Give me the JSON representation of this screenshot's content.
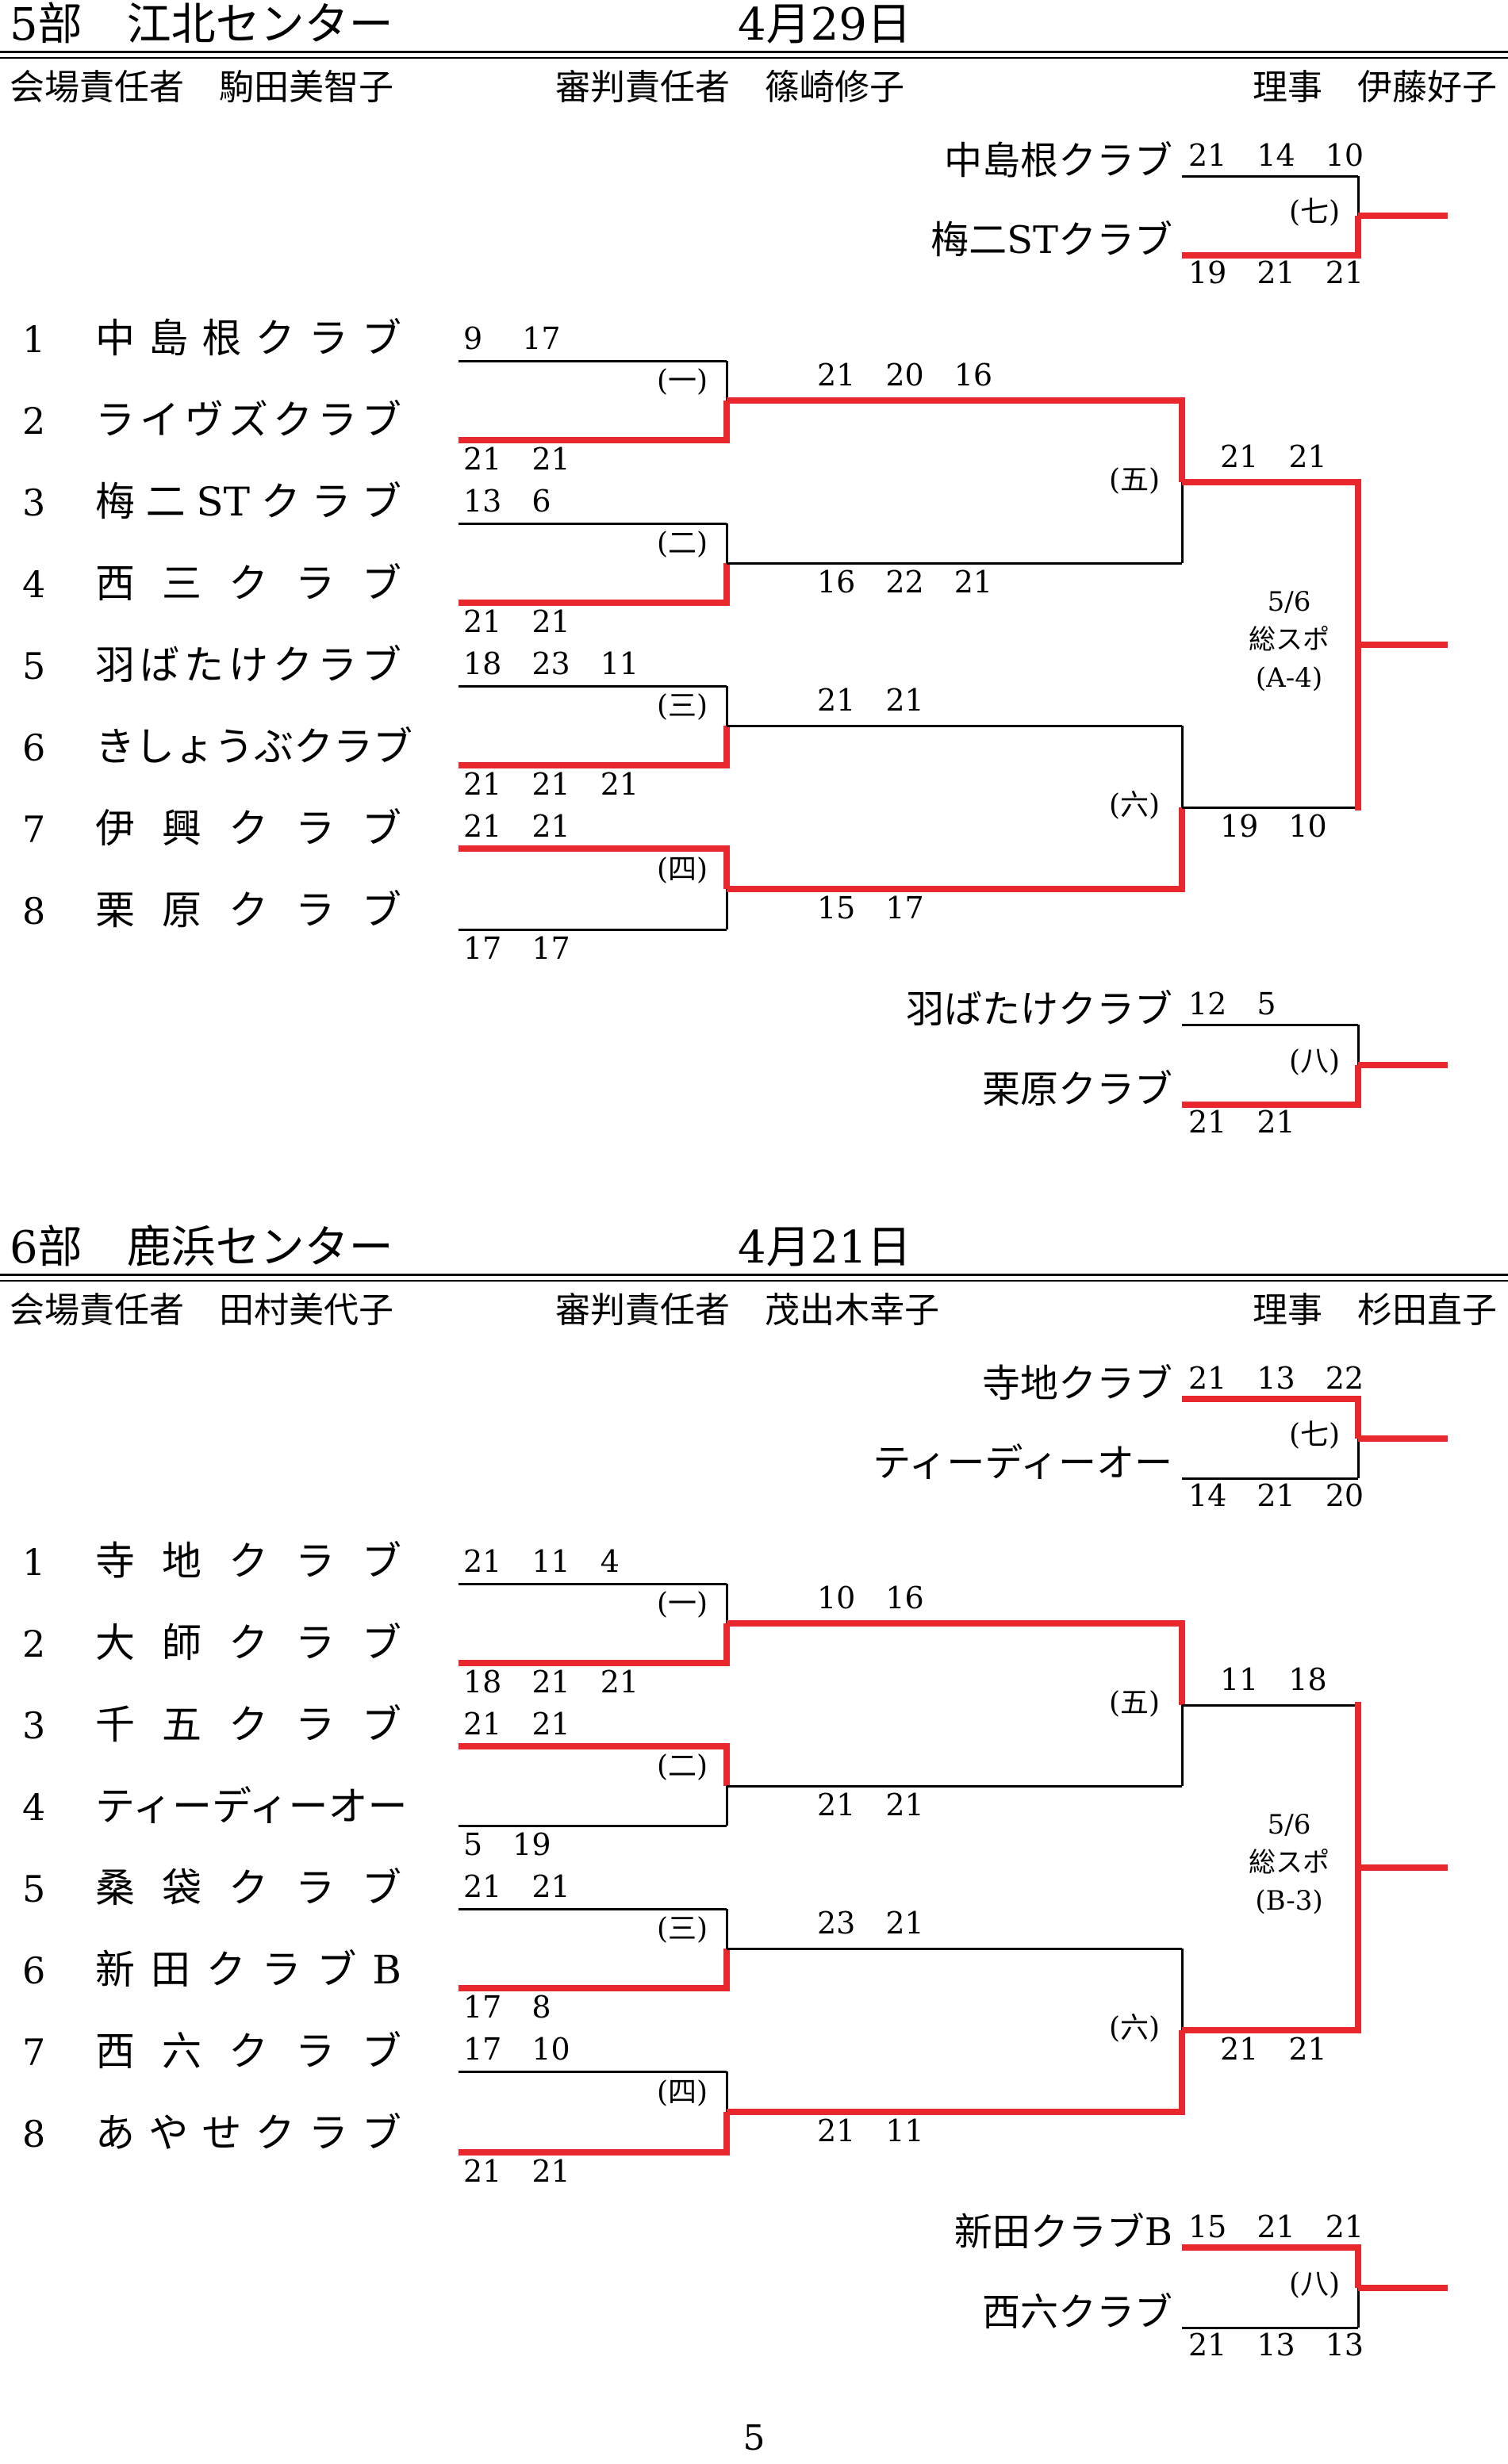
{
  "sections": [
    {
      "title": "5部　江北センター",
      "date": "4月29日",
      "venue_manager": "会場責任者　駒田美智子",
      "referee_manager": "審判責任者　篠崎修子",
      "director": "理事　伊藤好子",
      "players": [
        {
          "num": "1",
          "name": "中島根クラブ"
        },
        {
          "num": "2",
          "name": "ライヴズクラブ"
        },
        {
          "num": "3",
          "name": "梅二STクラブ"
        },
        {
          "num": "4",
          "name": "西三クラブ"
        },
        {
          "num": "5",
          "name": "羽ばたけクラブ"
        },
        {
          "num": "6",
          "name": "きしょうぶクラブ"
        },
        {
          "num": "7",
          "name": "伊興クラブ"
        },
        {
          "num": "8",
          "name": "栗原クラブ"
        }
      ],
      "r1_scores": [
        "9　 17",
        "21　21",
        "13　6",
        "21　21",
        "18　23　11",
        "21　21　21",
        "21　21",
        "17　17"
      ],
      "r1_labels": [
        "(一)",
        "(二)",
        "(三)",
        "(四)"
      ],
      "r2_scores": [
        "21　20　16",
        "16　22　21",
        "21　21",
        "15　17"
      ],
      "r2_labels": [
        "(五)",
        "(六)"
      ],
      "final_scores": [
        "21　21",
        "19　10"
      ],
      "final_venue": [
        "5/6",
        "総スポ",
        "(A-4)"
      ],
      "m7": {
        "top": "中島根クラブ",
        "bottom": "梅二STクラブ",
        "top_score": "21　14　10",
        "bottom_score": "19　21　21",
        "label": "(七)"
      },
      "m8": {
        "top": "羽ばたけクラブ",
        "bottom": "栗原クラブ",
        "top_score": "12　5",
        "bottom_score": "21　21",
        "label": "(八)"
      }
    },
    {
      "title": "6部　鹿浜センター",
      "date": "4月21日",
      "venue_manager": "会場責任者　田村美代子",
      "referee_manager": "審判責任者　茂出木幸子",
      "director": "理事　杉田直子",
      "players": [
        {
          "num": "1",
          "name": "寺地クラブ"
        },
        {
          "num": "2",
          "name": "大師クラブ"
        },
        {
          "num": "3",
          "name": "千五クラブ"
        },
        {
          "num": "4",
          "name": "ティーディーオー"
        },
        {
          "num": "5",
          "name": "桑袋クラブ"
        },
        {
          "num": "6",
          "name": "新田クラブB"
        },
        {
          "num": "7",
          "name": "西六クラブ"
        },
        {
          "num": "8",
          "name": "あやせクラブ"
        }
      ],
      "r1_scores": [
        "21　11　4",
        "18　21　21",
        "21　21",
        "5　19",
        "21　21",
        "17　8",
        "17　10",
        "21　21"
      ],
      "r1_labels": [
        "(一)",
        "(二)",
        "(三)",
        "(四)"
      ],
      "r2_scores": [
        "10　16",
        "21　21",
        "23　21",
        "21　11"
      ],
      "r2_labels": [
        "(五)",
        "(六)"
      ],
      "final_scores": [
        "11　18",
        "21　21"
      ],
      "final_venue": [
        "5/6",
        "総スポ",
        "(B-3)"
      ],
      "m7": {
        "top": "寺地クラブ",
        "bottom": "ティーディーオー",
        "top_score": "21　13　22",
        "bottom_score": "14　21　20",
        "label": "(七)"
      },
      "m8": {
        "top": "新田クラブB",
        "bottom": "西六クラブ",
        "top_score": "15　21　21",
        "bottom_score": "21　13　13",
        "label": "(八)"
      }
    }
  ],
  "page_number": "5"
}
